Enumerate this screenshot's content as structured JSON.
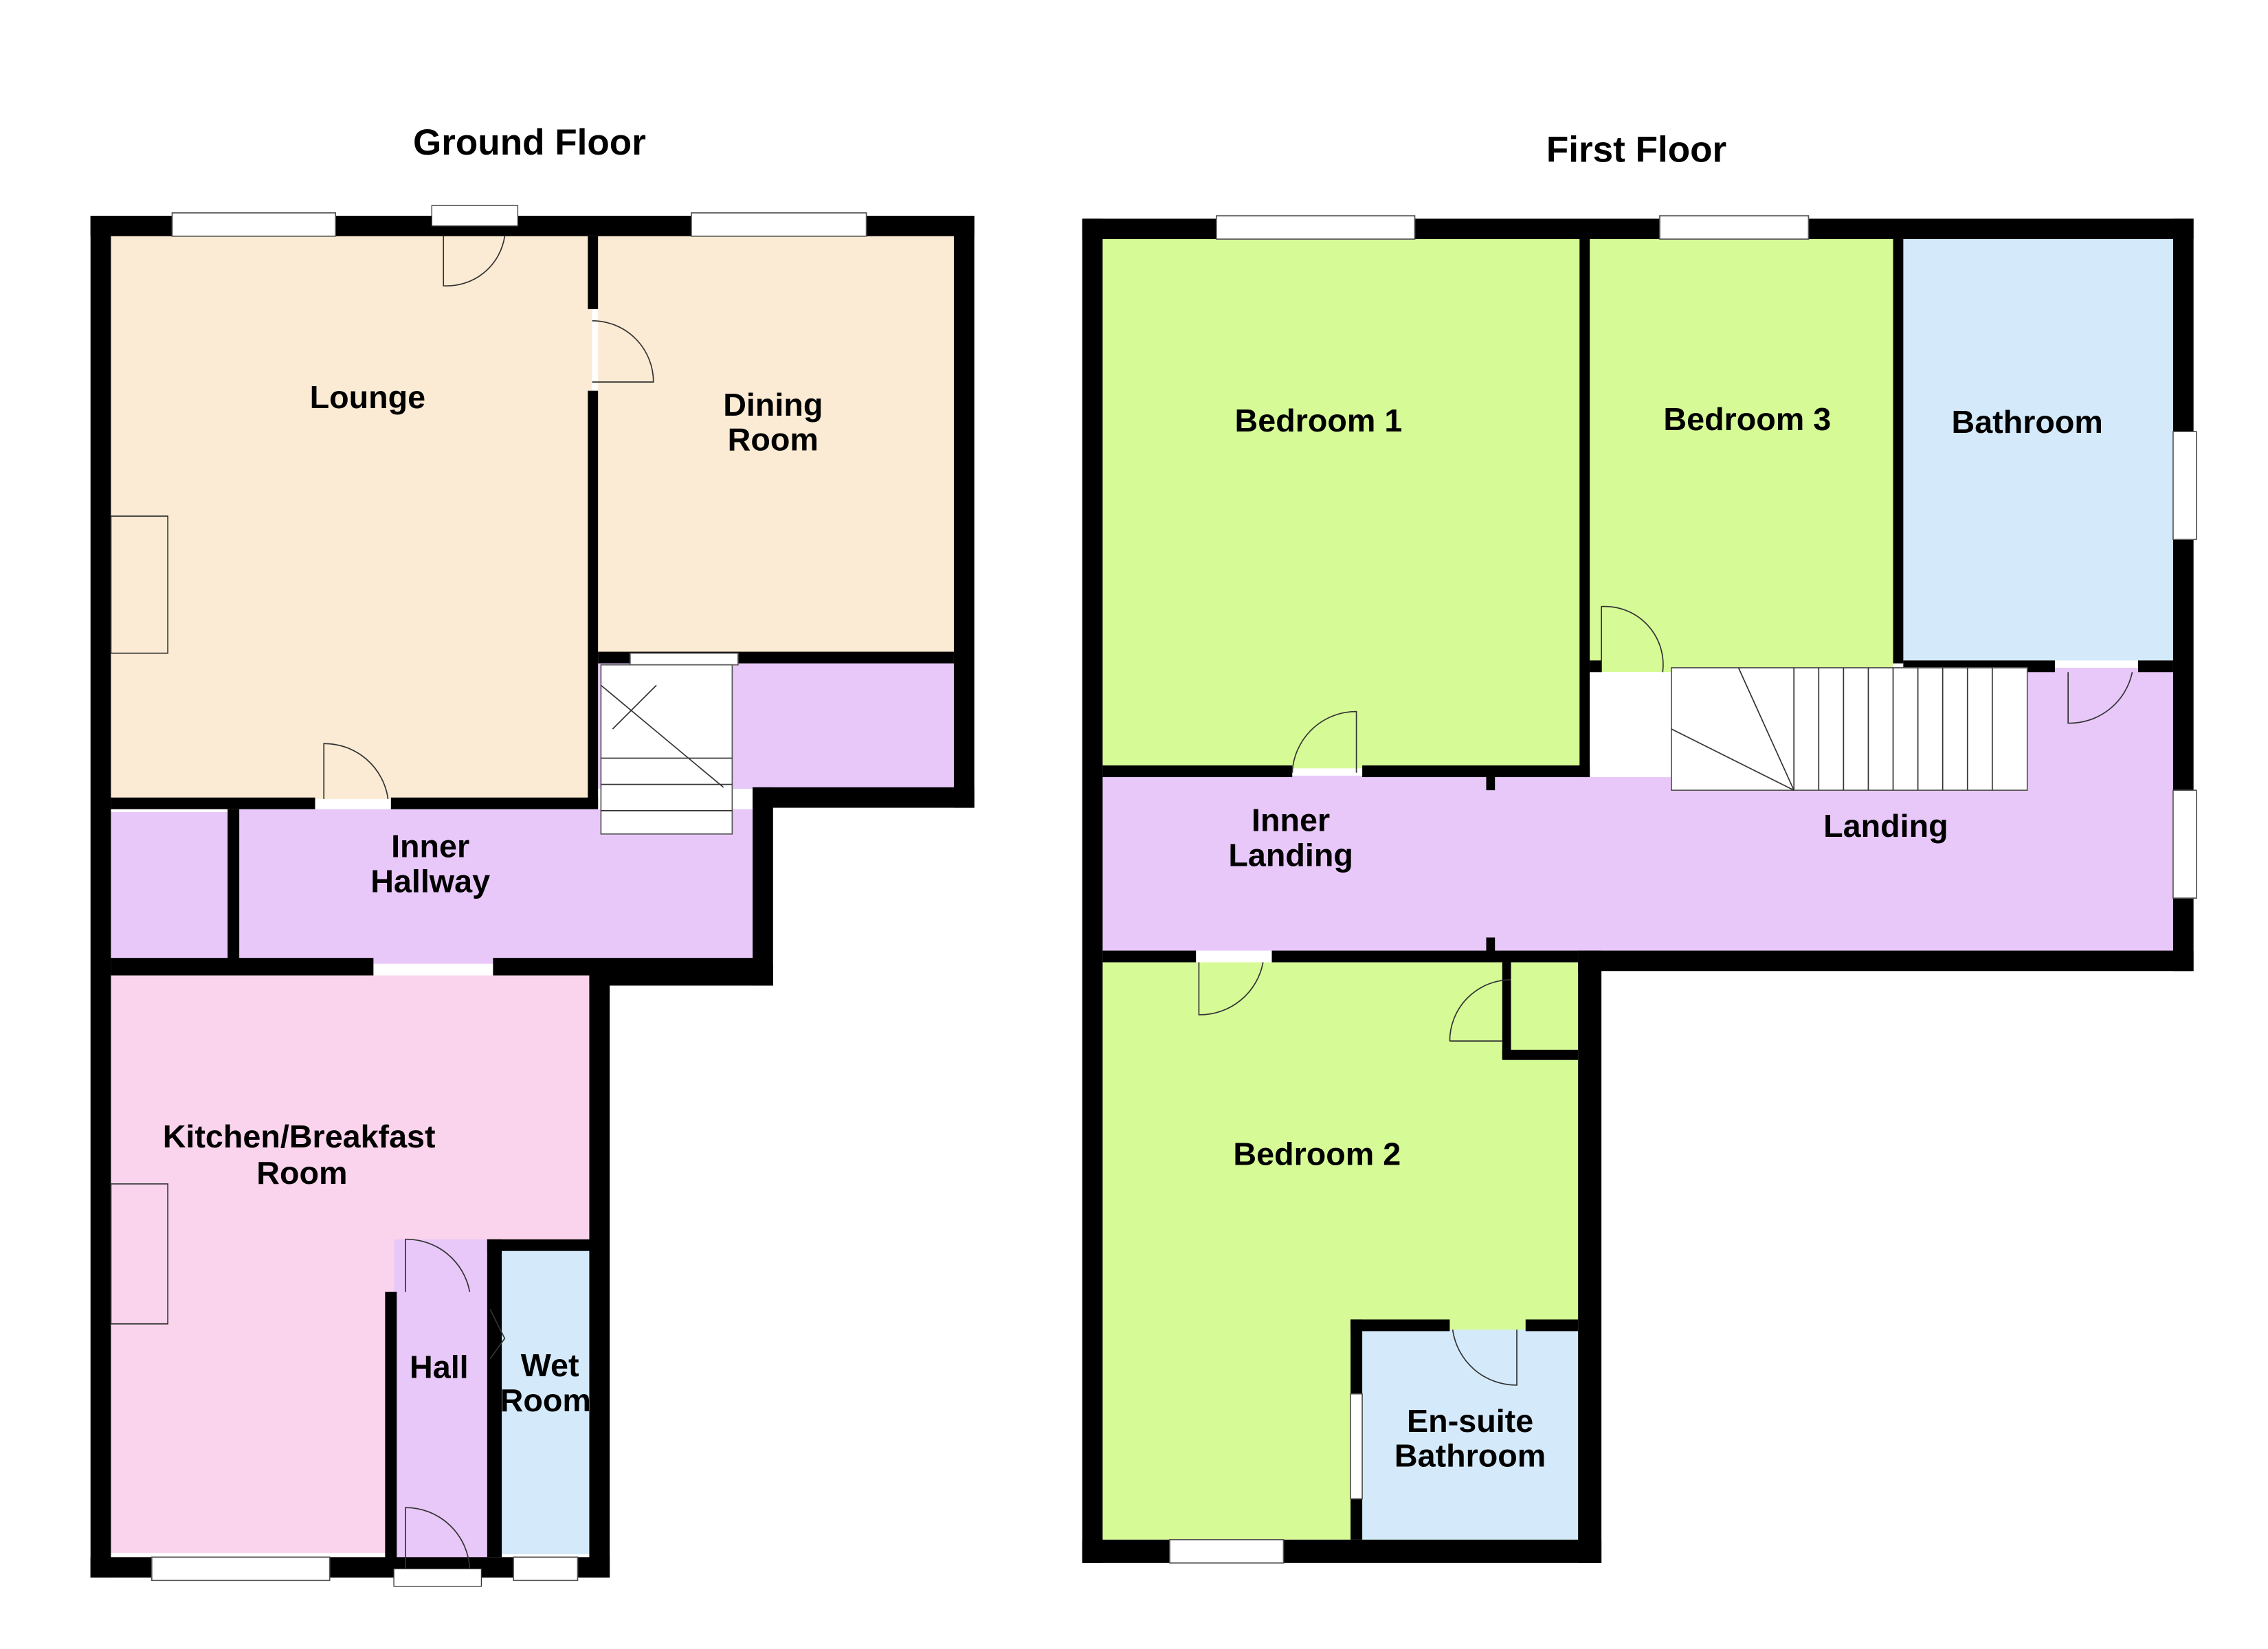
{
  "floors": [
    {
      "title": "Ground Floor",
      "rooms": [
        {
          "name": "Lounge",
          "color": "#fcebd4"
        },
        {
          "name": "Dining Room",
          "lines": [
            "Dining",
            "Room"
          ],
          "color": "#fcebd4"
        },
        {
          "name": "Inner Hallway",
          "lines": [
            "Inner",
            "Hallway"
          ],
          "color": "#e8c8f8"
        },
        {
          "name": "Kitchen/Breakfast Room",
          "lines": [
            "Kitchen/Breakfast",
            "Room"
          ],
          "color": "#fad4ec"
        },
        {
          "name": "Hall",
          "color": "#e8c8f8"
        },
        {
          "name": "Wet Room",
          "lines": [
            "Wet",
            "Room"
          ],
          "color": "#d4eafa"
        }
      ]
    },
    {
      "title": "First Floor",
      "rooms": [
        {
          "name": "Bedroom 1",
          "color": "#d6fa96"
        },
        {
          "name": "Bedroom 3",
          "color": "#d6fa96"
        },
        {
          "name": "Bathroom",
          "color": "#d4eafa"
        },
        {
          "name": "Inner Landing",
          "lines": [
            "Inner",
            "Landing"
          ],
          "color": "#e8c8f8"
        },
        {
          "name": "Landing",
          "color": "#e8c8f8"
        },
        {
          "name": "Bedroom 2",
          "color": "#d6fa96"
        },
        {
          "name": "En-suite Bathroom",
          "lines": [
            "En-suite",
            "Bathroom"
          ],
          "color": "#d4eafa"
        }
      ]
    }
  ]
}
